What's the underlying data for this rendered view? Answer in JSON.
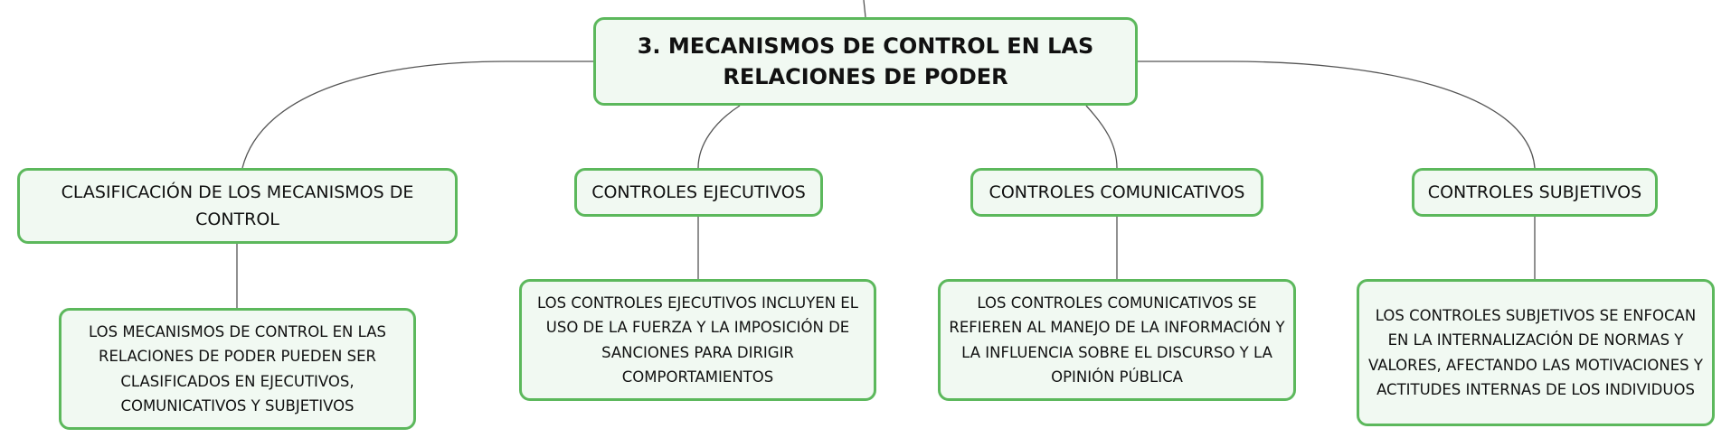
{
  "root": {
    "label": "3. MECANISMOS DE CONTROL EN LAS RELACIONES DE PODER"
  },
  "branches": [
    {
      "label": "CLASIFICACIÓN DE LOS MECANISMOS DE CONTROL",
      "detail": "LOS MECANISMOS DE CONTROL EN LAS RELACIONES DE PODER PUEDEN SER CLASIFICADOS EN EJECUTIVOS, COMUNICATIVOS Y SUBJETIVOS"
    },
    {
      "label": "CONTROLES EJECUTIVOS",
      "detail": "LOS CONTROLES EJECUTIVOS INCLUYEN EL USO DE LA FUERZA Y LA IMPOSICIÓN DE SANCIONES PARA DIRIGIR COMPORTAMIENTOS"
    },
    {
      "label": "CONTROLES COMUNICATIVOS",
      "detail": "LOS CONTROLES COMUNICATIVOS SE REFIEREN AL MANEJO DE LA INFORMACIÓN Y LA INFLUENCIA SOBRE EL DISCURSO Y LA OPINIÓN PÚBLICA"
    },
    {
      "label": "CONTROLES SUBJETIVOS",
      "detail": "LOS CONTROLES SUBJETIVOS SE ENFOCAN EN LA INTERNALIZACIÓN DE NORMAS Y VALORES, AFECTANDO LAS MOTIVACIONES Y ACTITUDES INTERNAS DE LOS INDIVIDUOS"
    }
  ],
  "colors": {
    "node_border": "#5cb85c",
    "node_fill": "#f1f9f2",
    "connector": "#555555"
  }
}
